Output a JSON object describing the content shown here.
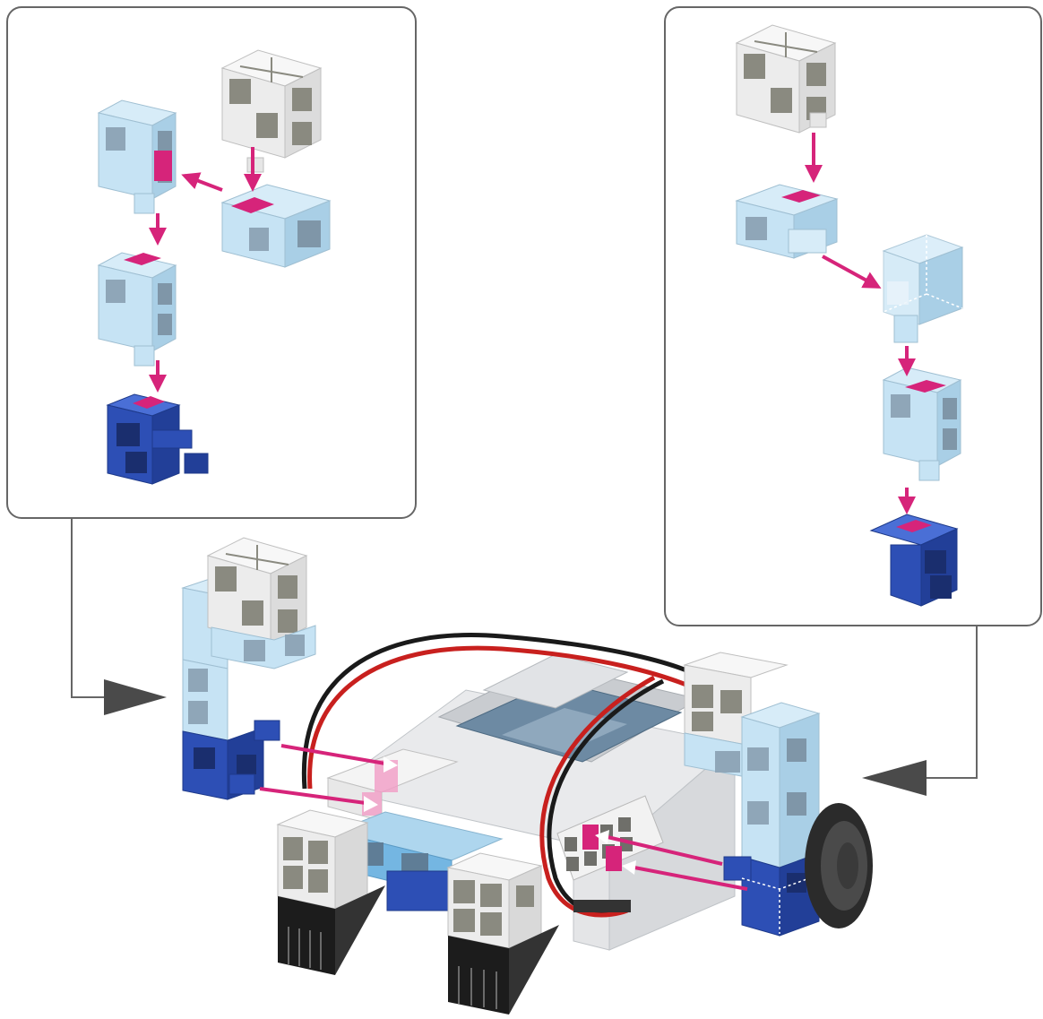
{
  "figure": {
    "kind": "assembly-instructions",
    "steps": [
      {
        "panel": "left",
        "parts": [
          "white-cube",
          "light-blue-angle-block",
          "light-blue-block",
          "light-blue-block",
          "blue-connector-block"
        ]
      },
      {
        "panel": "right",
        "parts": [
          "white-cube",
          "light-blue-angle-block",
          "light-blue-corner-block",
          "light-blue-block",
          "blue-connector-block"
        ]
      }
    ],
    "colors": {
      "panel_border": "#666666",
      "arrow_pink": "#d6247a",
      "block_light_blue": "#b9dcef",
      "block_blue": "#2d4fb5",
      "block_white": "#f2f2f2",
      "block_gray_mark": "#8a8a80",
      "chassis_gray": "#e2e4e6",
      "wire_red": "#c8201e",
      "wire_black": "#1a1a1a",
      "wheel_dark": "#2b2b2b"
    }
  }
}
